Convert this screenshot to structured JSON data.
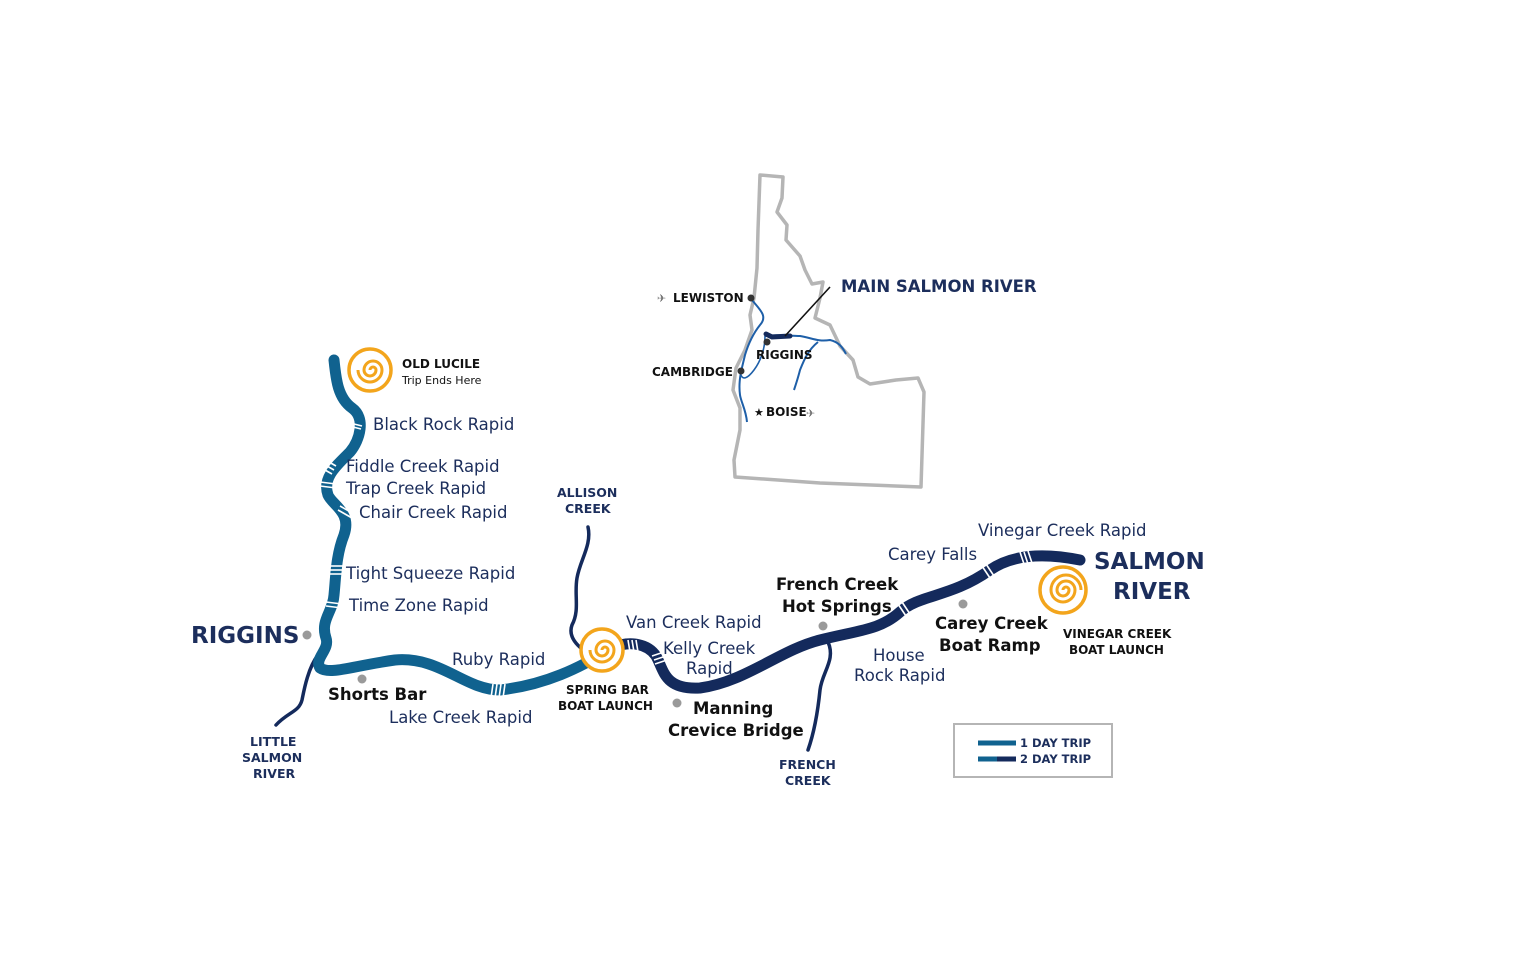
{
  "colors": {
    "one_day": "#10628f",
    "two_day": "#142a5c",
    "tributary": "#142a5c",
    "marker_orange": "#f3a51c",
    "dot_gray": "#9a9a9a",
    "state_outline": "#b5b5b5",
    "state_river": "#1e5fa8"
  },
  "icons": {
    "launch": "spiral-launch-icon",
    "airport": "airplane-icon",
    "capital": "star-icon"
  },
  "rapids": {
    "black_rock": "Black Rock Rapid",
    "fiddle_creek": "Fiddle Creek Rapid",
    "trap_creek": "Trap Creek Rapid",
    "chair_creek": "Chair Creek Rapid",
    "tight_squeeze": "Tight Squeeze Rapid",
    "time_zone": "Time Zone Rapid",
    "ruby": "Ruby Rapid",
    "lake_creek": "Lake Creek Rapid",
    "van_creek": "Van Creek Rapid",
    "kelly_creek_1": "Kelly Creek",
    "kelly_creek_2": "Rapid",
    "house_rock_1": "House",
    "house_rock_2": "Rock Rapid",
    "carey_falls": "Carey Falls",
    "vinegar_creek": "Vinegar Creek Rapid"
  },
  "places": {
    "riggins": "RIGGINS",
    "shorts_bar": "Shorts Bar",
    "manning_1": "Manning",
    "manning_2": "Crevice Bridge",
    "french_hot_1": "French Creek",
    "french_hot_2": "Hot Springs",
    "carey_ramp_1": "Carey Creek",
    "carey_ramp_2": "Boat Ramp",
    "salmon_1": "SALMON",
    "salmon_2": "RIVER"
  },
  "launches": {
    "old_lucile": "OLD LUCILE",
    "old_lucile_sub": "Trip Ends Here",
    "spring_bar_1": "SPRING BAR",
    "spring_bar_2": "BOAT LAUNCH",
    "vinegar_1": "VINEGAR CREEK",
    "vinegar_2": "BOAT LAUNCH"
  },
  "tributaries": {
    "allison_1": "ALLISON",
    "allison_2": "CREEK",
    "little_salmon_1": "LITTLE",
    "little_salmon_2": "SALMON",
    "little_salmon_3": "RIVER",
    "french_1": "FRENCH",
    "french_2": "CREEK"
  },
  "inset": {
    "title": "MAIN SALMON RIVER",
    "lewiston": "LEWISTON",
    "riggins": "RIGGINS",
    "cambridge": "CAMBRIDGE",
    "boise": "BOISE"
  },
  "legend": {
    "one_day": "1 DAY TRIP",
    "two_day": "2 DAY TRIP"
  }
}
